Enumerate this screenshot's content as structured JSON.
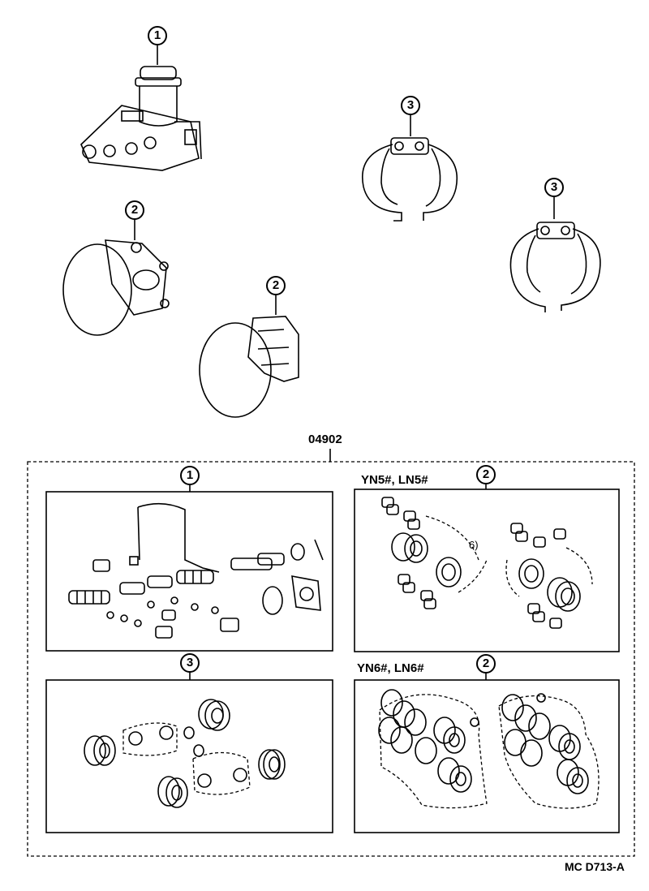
{
  "kit_number": "04902",
  "diagram_code": "MC D713-A",
  "callouts": {
    "master_cylinder": "1",
    "caliper_left": "2",
    "caliper_center": "2",
    "wheel_cylinder_a": "3",
    "wheel_cylinder_b": "3",
    "panel_master_kit": "1",
    "panel_caliper_kit_a": "2",
    "panel_wheel_kit": "3",
    "panel_caliper_kit_b": "2"
  },
  "panel_labels": {
    "caliper_kit_a_models": "YN5#, LN5#",
    "caliper_kit_b_models": "YN6#, LN6#"
  }
}
